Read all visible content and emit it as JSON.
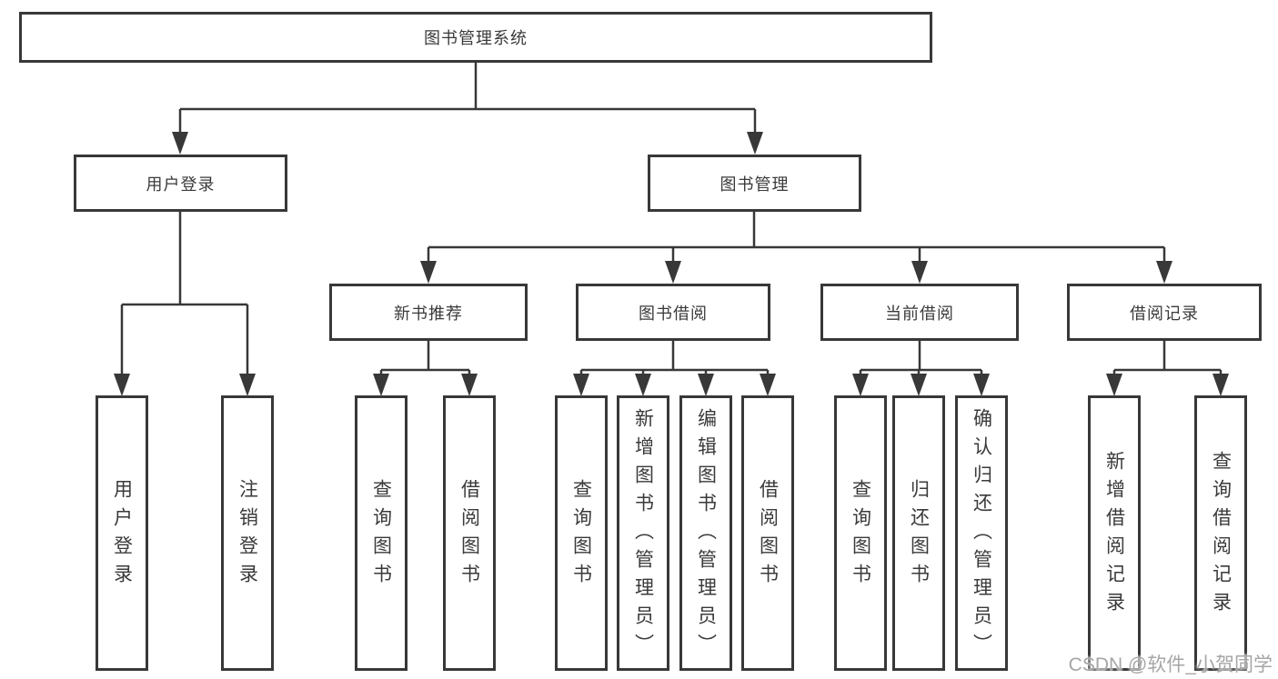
{
  "diagram": {
    "root": {
      "label": "图书管理系统"
    },
    "level2": [
      {
        "label": "用户登录"
      },
      {
        "label": "图书管理"
      }
    ],
    "level3": [
      {
        "label": "新书推荐"
      },
      {
        "label": "图书借阅"
      },
      {
        "label": "当前借阅"
      },
      {
        "label": "借阅记录"
      }
    ],
    "leaves": {
      "user_login": [
        "用户登录",
        "注销登录"
      ],
      "new_book_recommend": [
        "查询图书",
        "借阅图书"
      ],
      "book_borrow": [
        "查询图书",
        "新增图书（管理员）",
        "编辑图书（管理员）",
        "借阅图书"
      ],
      "current_borrow": [
        "查询图书",
        "归还图书",
        "确认归还（管理员）"
      ],
      "borrow_records": [
        "新增借阅记录",
        "查询借阅记录"
      ]
    }
  },
  "watermark": {
    "text": "CSDN @软件_小贺同学"
  },
  "colors": {
    "line": "#383838",
    "box_border": "#383838",
    "text": "#3a3a3a",
    "background": "#ffffff",
    "watermark": "#a6a6a6"
  }
}
